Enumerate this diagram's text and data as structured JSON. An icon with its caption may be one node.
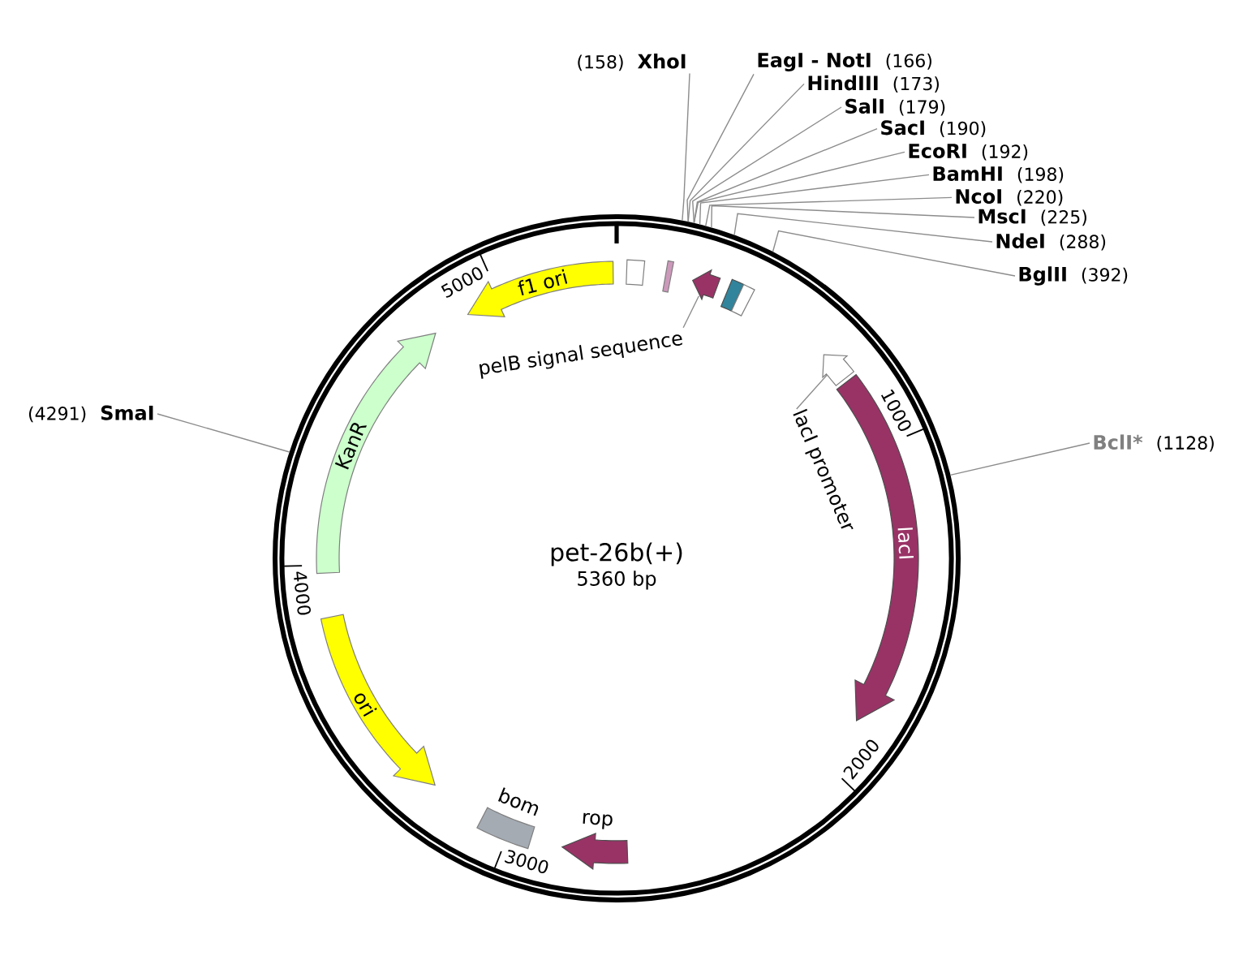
{
  "diagram": {
    "nodes": [
      {
        "text": [
          "pet-26b(+)",
          "5360 bp"
        ]
      },
      {
        "text": [
          "(158)",
          "XhoI"
        ]
      },
      {
        "text": [
          "EagI - NotI",
          "(166)"
        ]
      },
      {
        "text": [
          "HindIII",
          "(173)"
        ]
      },
      {
        "text": [
          "SalI",
          "(179)"
        ]
      },
      {
        "text": [
          "SacI",
          "(190)"
        ]
      },
      {
        "text": [
          "EcoRI",
          "(192)"
        ]
      },
      {
        "text": [
          "BamHI",
          "(198)"
        ]
      },
      {
        "text": [
          "NcoI",
          "(220)"
        ]
      },
      {
        "text": [
          "MscI",
          "(225)"
        ]
      },
      {
        "text": [
          "NdeI",
          "(288)"
        ]
      },
      {
        "text": [
          "BglII",
          "(392)"
        ]
      },
      {
        "text": [
          "(4291)",
          "SmaI"
        ]
      },
      {
        "text": [
          "BclI*",
          "(1128)"
        ]
      },
      {
        "text": [
          "f1 ori"
        ],
        "in": 0
      },
      {
        "text": [],
        "shape": "box",
        "in": 0
      },
      {
        "text": [],
        "shape": "bar",
        "in": 0
      },
      {
        "text": [],
        "shape": "arrow",
        "in": 0
      },
      {
        "text": [],
        "shape": "box",
        "in": 0
      },
      {
        "text": [],
        "shape": "box",
        "in": 0
      },
      {
        "text": [
          "pelB signal sequence"
        ],
        "in": 0
      },
      {
        "text": [
          "KanR"
        ],
        "in": 0
      },
      {
        "text": [],
        "shape": "arrow",
        "in": 0
      },
      {
        "text": [
          "lacI promoter"
        ],
        "in": 0
      },
      {
        "text": [
          "lacI"
        ],
        "in": 0
      },
      {
        "text": [
          "ori"
        ],
        "in": 0
      },
      {
        "text": [
          "bom"
        ],
        "in": 0
      },
      {
        "text": [
          "rop"
        ],
        "in": 0
      }
    ],
    "edges": [
      {
        "from": 1,
        "to": 0,
        "arrow": "none"
      },
      {
        "from": 2,
        "to": 0,
        "arrow": "none"
      },
      {
        "from": 3,
        "to": 0,
        "arrow": "none"
      },
      {
        "from": 4,
        "to": 0,
        "arrow": "none"
      },
      {
        "from": 5,
        "to": 0,
        "arrow": "none"
      },
      {
        "from": 6,
        "to": 0,
        "arrow": "none"
      },
      {
        "from": 7,
        "to": 0,
        "arrow": "none"
      },
      {
        "from": 8,
        "to": 0,
        "arrow": "none"
      },
      {
        "from": 9,
        "to": 0,
        "arrow": "none"
      },
      {
        "from": 10,
        "to": 0,
        "arrow": "none"
      },
      {
        "from": 11,
        "to": 0,
        "arrow": "none"
      },
      {
        "from": 12,
        "to": 0,
        "arrow": "none"
      },
      {
        "from": 13,
        "to": 0,
        "arrow": "none"
      },
      {
        "from": 20,
        "to": 17,
        "arrow": "none"
      },
      {
        "from": 23,
        "to": 22,
        "arrow": "none"
      }
    ],
    "labels": [
      "5000",
      "1000",
      "4000",
      "2000",
      "3000"
    ]
  }
}
